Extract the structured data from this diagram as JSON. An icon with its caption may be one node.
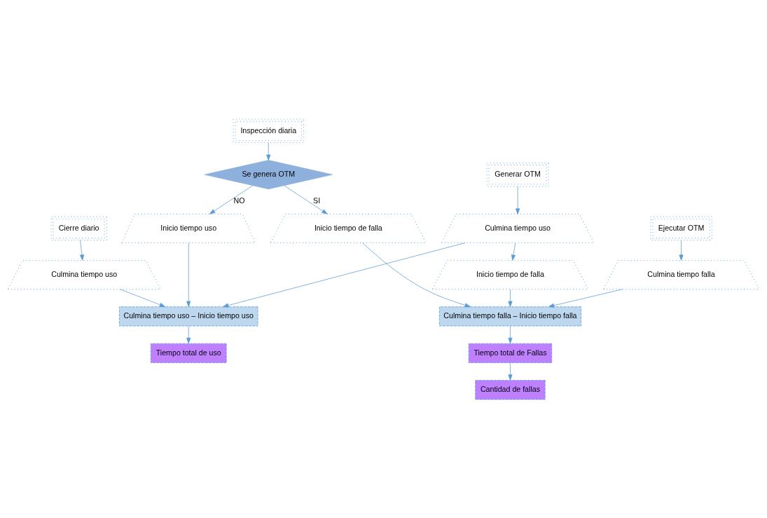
{
  "diagram": {
    "nodes": [
      {
        "text": [
          "Inspección diaria"
        ]
      },
      {
        "text": [
          "Se genera OTM"
        ]
      },
      {
        "text": [
          "Cierre diario"
        ]
      },
      {
        "text": [
          "Culmina tiempo uso"
        ]
      },
      {
        "text": [
          "Inicio tiempo uso"
        ]
      },
      {
        "text": [
          "Ejecutar OTM"
        ]
      },
      {
        "text": [
          "Inicio tiempo de falla"
        ]
      },
      {
        "text": [
          "Culmina tiempo falla"
        ]
      },
      {
        "text": [
          "Generar OTM"
        ]
      },
      {
        "text": [
          "Culmina tiempo uso – Inicio tiempo uso"
        ]
      },
      {
        "text": [
          "Culmina tiempo falla – Inicio tiempo falla"
        ]
      },
      {
        "text": [
          "Culmina tiempo uso"
        ]
      },
      {
        "text": [
          "Tiempo total de Fallas"
        ]
      },
      {
        "text": [
          "Inicio tiempo de falla"
        ]
      },
      {
        "text": [
          "Tiempo total de uso"
        ]
      },
      {
        "text": [
          "Cantidad de fallas"
        ]
      }
    ],
    "edges": [
      {
        "from": 0,
        "to": 1,
        "arrow": "to"
      },
      {
        "from": 1,
        "to": 4,
        "arrow": "to",
        "label": "NO"
      },
      {
        "from": 1,
        "to": 6,
        "arrow": "to",
        "label": "SI"
      },
      {
        "from": 2,
        "to": 3,
        "arrow": "to"
      },
      {
        "from": 5,
        "to": 7,
        "arrow": "to"
      },
      {
        "from": 3,
        "to": 9,
        "arrow": "to"
      },
      {
        "from": 4,
        "to": 9,
        "arrow": "to"
      },
      {
        "from": 8,
        "to": 11,
        "arrow": "to"
      },
      {
        "from": 11,
        "to": 9,
        "arrow": "to"
      },
      {
        "from": 11,
        "to": 13,
        "arrow": "to"
      },
      {
        "from": 13,
        "to": 10,
        "arrow": "to"
      },
      {
        "from": 6,
        "to": 10,
        "arrow": "to"
      },
      {
        "from": 7,
        "to": 10,
        "arrow": "to"
      },
      {
        "from": 10,
        "to": 12,
        "arrow": "to"
      },
      {
        "from": 9,
        "to": 14,
        "arrow": "to"
      },
      {
        "from": 12,
        "to": 15,
        "arrow": "to"
      }
    ]
  }
}
